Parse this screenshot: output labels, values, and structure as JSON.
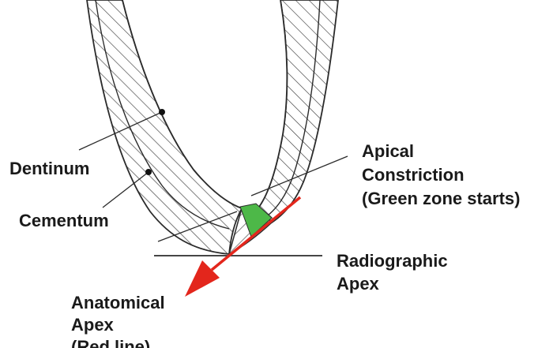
{
  "labels": {
    "dentinum": "Dentinum",
    "cementum": "Cementum",
    "apical_constriction": [
      "Apical",
      "Constriction",
      "(Green zone starts)"
    ],
    "radiographic_apex": [
      "Radiographic",
      "Apex"
    ],
    "anatomical_apex": [
      "Anatomical",
      "Apex",
      "(Red line)"
    ]
  },
  "colors": {
    "outline": "#2b2b2b",
    "hatch": "#3a3a3a",
    "apical_zone": "#4db848",
    "arrow": "#e3261c",
    "text": "#1a1a1a"
  }
}
